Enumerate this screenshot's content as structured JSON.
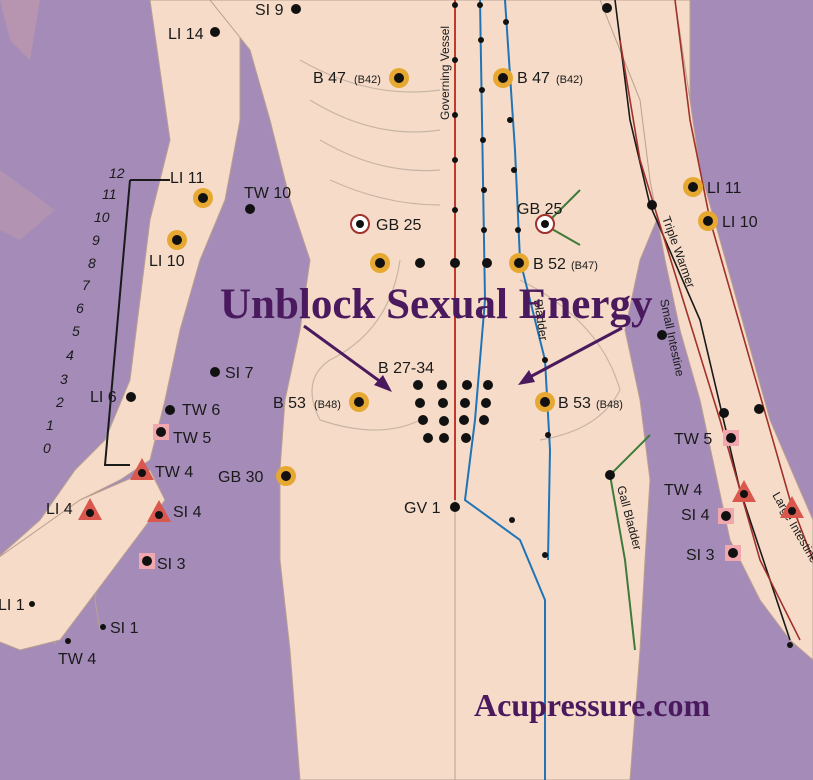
{
  "title": "Unblock Sexual Energy",
  "brand": "Acupressure.com",
  "scale_ticks": [
    "0",
    "1",
    "2",
    "3",
    "4",
    "5",
    "6",
    "7",
    "8",
    "9",
    "10",
    "11",
    "12"
  ],
  "meridians": {
    "governing_vessel": "Governing Vessel",
    "bladder": "Bladder",
    "gall_bladder": "Gall Bladder",
    "triple_warmer": "Triple Warmer",
    "small_intestine": "Small Intestine",
    "large_intestine": "Large Intestine"
  },
  "points": {
    "si9": "SI 9",
    "li14": "LI 14",
    "b47_left": "B 47",
    "b47_left_sub": "(B42)",
    "b47_right": "B 47",
    "b47_right_sub": "(B42)",
    "li11_left": "LI 11",
    "tw10": "TW 10",
    "gb25_left": "GB 25",
    "gb25_right": "GB 25",
    "li10_left": "LI 10",
    "b52": "B 52",
    "b52_sub": "(B47)",
    "li11_right": "LI 11",
    "li10_right": "LI 10",
    "b27_34": "B 27-34",
    "si7": "SI 7",
    "li6": "LI 6",
    "b53_left": "B 53",
    "b53_left_sub": "(B48)",
    "b53_right": "B 53",
    "b53_right_sub": "(B48)",
    "tw6": "TW 6",
    "tw5_left": "TW 5",
    "tw5_right": "TW 5",
    "tw4_left": "TW 4",
    "tw4_right": "TW 4",
    "gb30": "GB 30",
    "li4": "LI 4",
    "si4_left": "SI 4",
    "si4_right": "SI 4",
    "gv1": "GV 1",
    "si3_left": "SI 3",
    "si3_right": "SI 3",
    "li1": "LI 1",
    "si1": "SI 1",
    "tw4_hand": "TW 4"
  }
}
